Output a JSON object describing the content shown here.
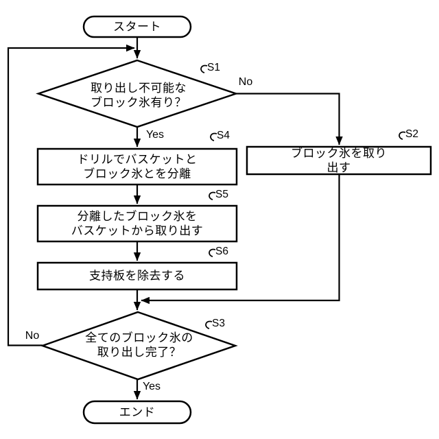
{
  "diagram": {
    "type": "flowchart",
    "background": "#ffffff",
    "line_color": "#000000",
    "terminals": {
      "start": "スタート",
      "end": "エンド"
    },
    "steps": {
      "s1": {
        "id": "S1",
        "text": "取り出し不可能な\nブロック氷有り？",
        "shape": "decision"
      },
      "s2": {
        "id": "S2",
        "text": "ブロック氷を取り出す",
        "shape": "process"
      },
      "s3": {
        "id": "S3",
        "text": "全てのブロック氷の\n取り出し完了？",
        "shape": "decision"
      },
      "s4": {
        "id": "S4",
        "text": "ドリルでバスケットと\nブロック氷とを分離",
        "shape": "process"
      },
      "s5": {
        "id": "S5",
        "text": "分離したブロック氷を\nバスケットから取り出す",
        "shape": "process"
      },
      "s6": {
        "id": "S6",
        "text": "支持板を除去する",
        "shape": "process"
      }
    },
    "branch_labels": {
      "s1_no": "No",
      "s1_yes": "Yes",
      "s3_no": "No",
      "s3_yes": "Yes"
    }
  }
}
